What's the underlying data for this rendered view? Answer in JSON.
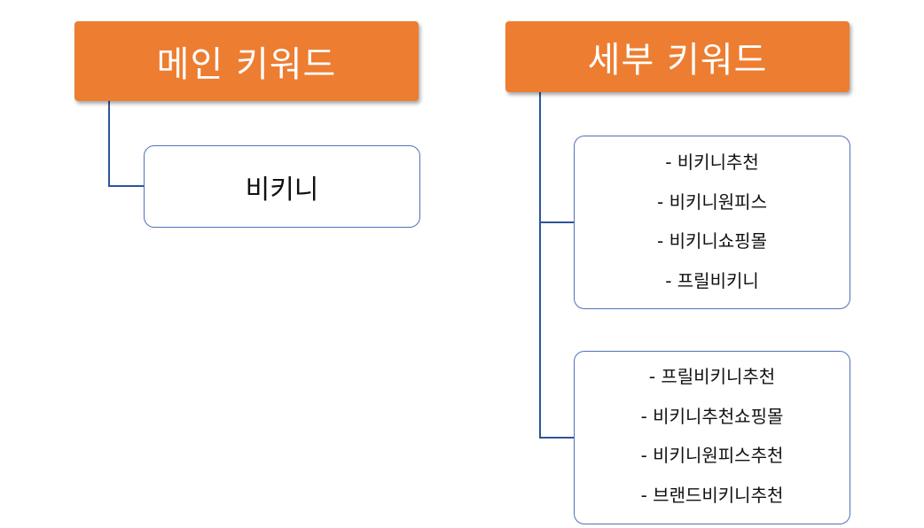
{
  "main": {
    "header": "메인 키워드",
    "keyword": "비키니"
  },
  "detail": {
    "header": "세부 키워드",
    "group1": [
      "- 비키니추천",
      "- 비키니원피스",
      "- 비키니쇼핑몰",
      "- 프릴비키니"
    ],
    "group2": [
      "- 프릴비키니추천",
      "- 비키니추천쇼핑몰",
      "- 비키니원피스추천",
      "- 브랜드비키니추천"
    ]
  },
  "colors": {
    "header_fill": "#ED7D31",
    "header_text": "#ffffff",
    "connector": "#2F5597",
    "box_border": "#4F72B8"
  }
}
